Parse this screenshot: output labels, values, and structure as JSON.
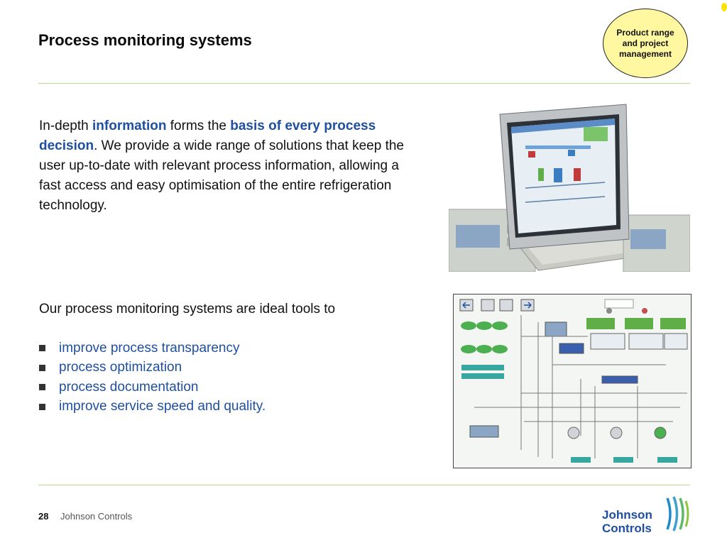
{
  "slide": {
    "title": "Process monitoring systems",
    "badge": "Product range and project management"
  },
  "intro": {
    "p1": "In-depth ",
    "h1": "information",
    "p2": " forms the ",
    "h2": "basis of every process decision",
    "p3": ". We provide a wide range of solutions that keep the user up-to-date with relevant process information, allowing a fast access and easy optimisation of the entire refrigeration technology."
  },
  "tools": {
    "heading": "Our process monitoring systems are ideal tools to",
    "bullets": [
      "improve process transparency",
      "process optimization",
      "process documentation",
      "improve service speed and quality."
    ]
  },
  "footer": {
    "page_number": "28",
    "company": "Johnson Controls"
  },
  "logo": {
    "line1": "Johnson",
    "line2": "Controls"
  },
  "colors": {
    "highlight": "#1f4fa0",
    "rule": "#b8d98a",
    "badge_fill": "#fff8a0"
  }
}
